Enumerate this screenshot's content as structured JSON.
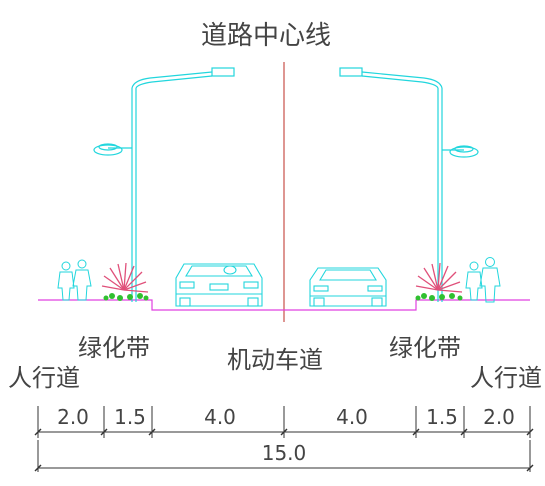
{
  "title": "道路中心线",
  "zones": {
    "sidewalk": "人行道",
    "greenbelt": "绿化带",
    "carriageway": "机动车道"
  },
  "dimensions": {
    "segments": [
      "2.0",
      "1.5",
      "4.0",
      "4.0",
      "1.5",
      "2.0"
    ],
    "total": "15.0"
  },
  "colors": {
    "centerline": "#c8504a",
    "lamp": "#22d6dd",
    "curb": "#e040e0",
    "road": "#d040d0",
    "car": "#22d6dd",
    "plant": "#e0507a",
    "leaf": "#30c030",
    "people": "#22d6dd",
    "text": "#444444",
    "dim": "#333333"
  }
}
